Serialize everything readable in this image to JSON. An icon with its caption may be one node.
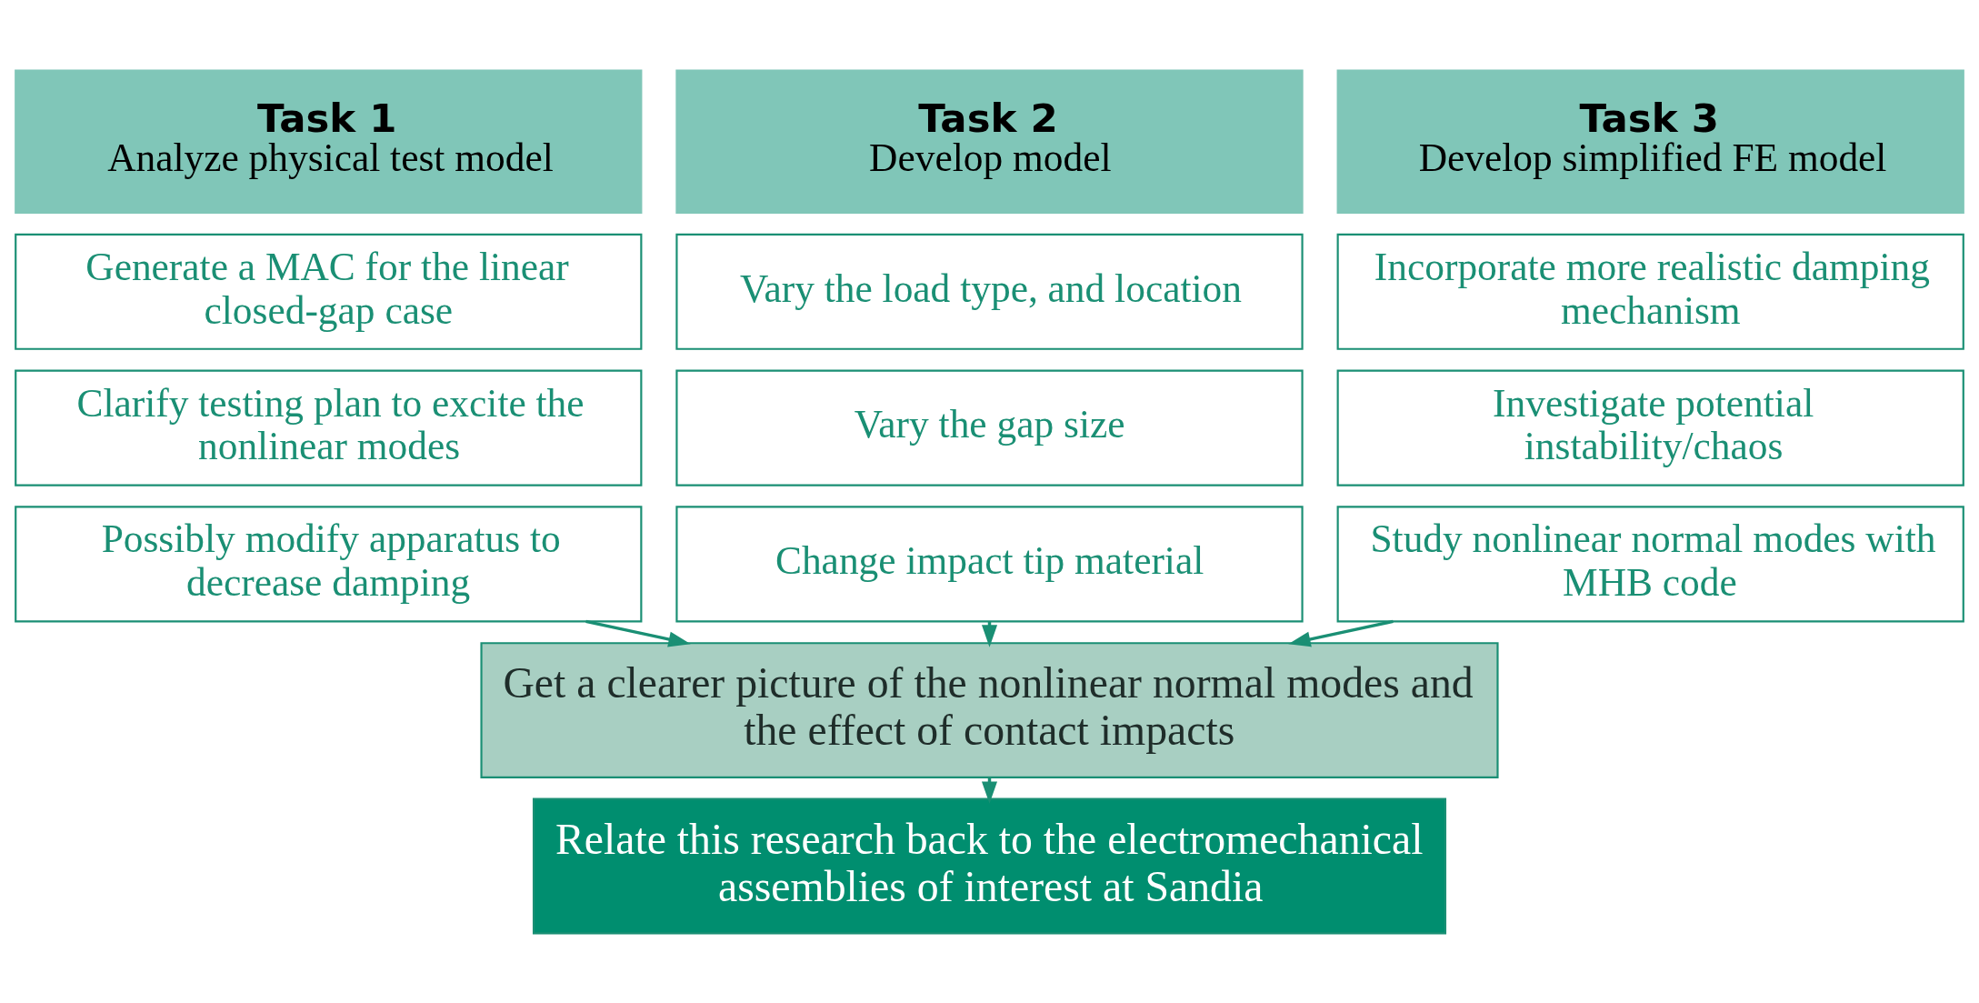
{
  "diagram": {
    "nodes": [
      {
        "text": [
          "Task 1",
          "Analyze physical test model"
        ]
      },
      {
        "text": [
          "Generate a MAC for the linear closed-gap case"
        ]
      },
      {
        "text": [
          "Clarify testing plan to excite the nonlinear modes"
        ]
      },
      {
        "text": [
          "Possibly modify apparatus to decrease damping"
        ]
      },
      {
        "text": [
          "Task 2",
          "Develop model"
        ]
      },
      {
        "text": [
          "Vary the load type, and location"
        ]
      },
      {
        "text": [
          "Vary the gap size"
        ]
      },
      {
        "text": [
          "Change impact tip material"
        ]
      },
      {
        "text": [
          "Task 3",
          "Develop simplified FE model"
        ]
      },
      {
        "text": [
          "Incorporate more realistic damping mechanism"
        ]
      },
      {
        "text": [
          "Investigate potential instability/chaos"
        ]
      },
      {
        "text": [
          "Study nonlinear normal modes with MHB code"
        ]
      },
      {
        "text": [
          "Get a clearer picture of the nonlinear normal modes and the effect of contact impacts"
        ]
      },
      {
        "text": [
          "Relate this research back to the electromechanical assemblies of interest at Sandia"
        ]
      }
    ],
    "edges": [
      {
        "from": 3,
        "to": 12,
        "arrow": "to"
      },
      {
        "from": 7,
        "to": 12,
        "arrow": "to"
      },
      {
        "from": 11,
        "to": 12,
        "arrow": "to"
      },
      {
        "from": 12,
        "to": 13,
        "arrow": "to"
      }
    ]
  }
}
